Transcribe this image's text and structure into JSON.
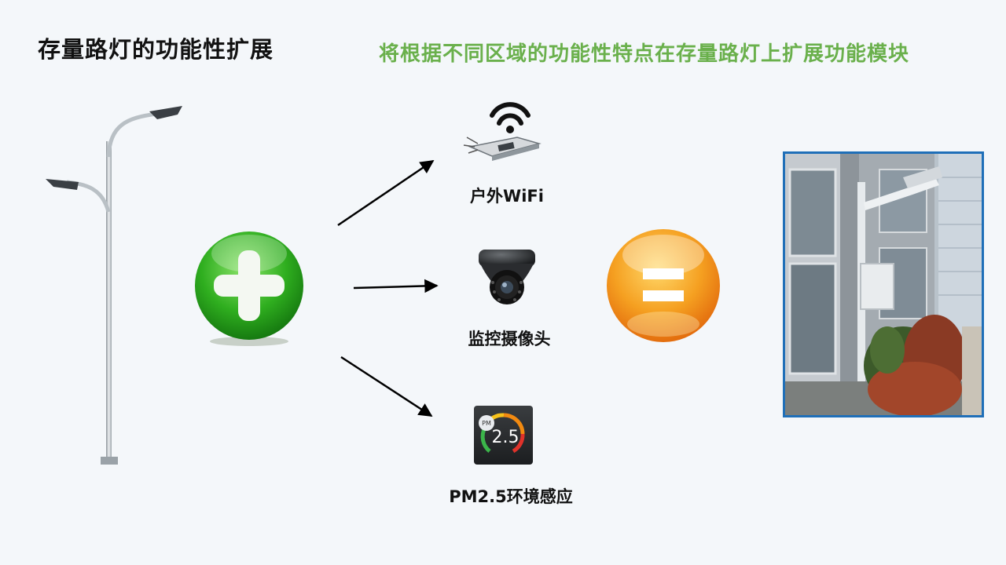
{
  "slide": {
    "title": "存量路灯的功能性扩展",
    "subtitle": "将根据不同区域的功能性特点在存量路灯上扩展功能模块"
  },
  "modules": [
    {
      "id": "wifi",
      "label": "户外WiFi",
      "icon": "wifi-router-icon"
    },
    {
      "id": "camera",
      "label": "监控摄像头",
      "icon": "dome-camera-icon"
    },
    {
      "id": "pm25",
      "label": "PM2.5环境感应",
      "icon": "pm25-sensor-icon"
    }
  ],
  "pm25_icon": {
    "badge": "PM",
    "value": "2.5"
  },
  "symbols": {
    "plus": "plus-icon",
    "equals": "equals-icon"
  },
  "colors": {
    "subtitle": "#6ab04c",
    "plus_green": "#2fae1f",
    "equals_orange": "#f28a10",
    "photo_border": "#1f6fb8"
  }
}
